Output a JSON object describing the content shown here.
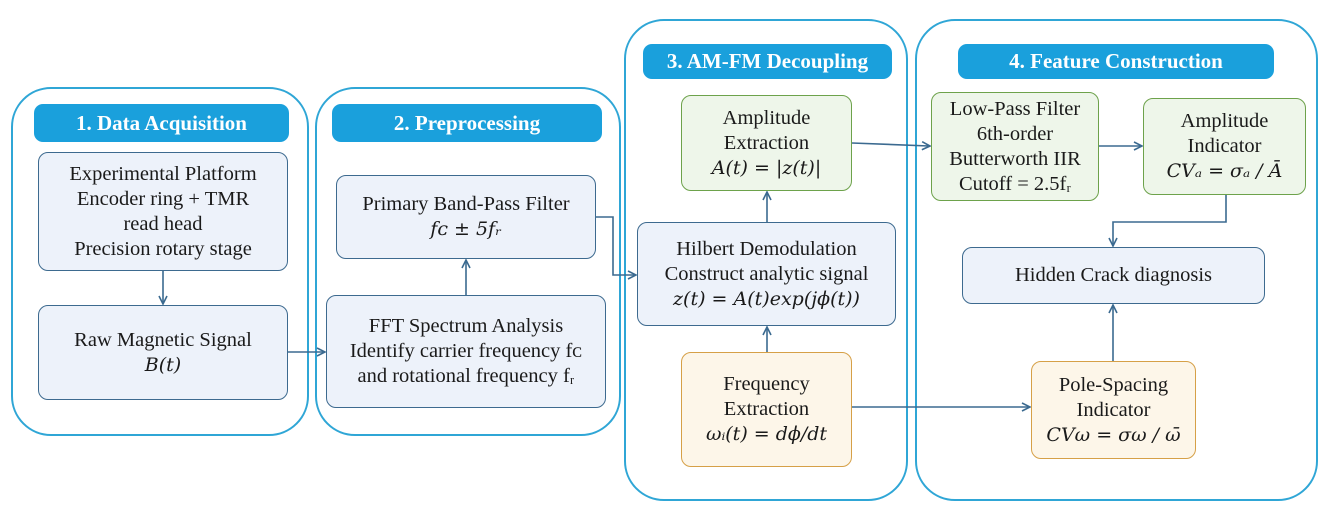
{
  "colors": {
    "panel_border": "#2fa6d6",
    "title_fill": "#1aa0dc",
    "arrow": "#3b6a90",
    "box_blue": "#edf2fa",
    "box_green": "#eef6ea",
    "box_orange": "#fdf6e9"
  },
  "panels": {
    "acquisition": {
      "title": "1. Data Acquisition"
    },
    "preprocessing": {
      "title": "2. Preprocessing"
    },
    "decoupling": {
      "title": "3. AM-FM Decoupling"
    },
    "feature": {
      "title": "4. Feature Construction"
    }
  },
  "boxes": {
    "platform": {
      "lines": [
        "Experimental Platform",
        "Encoder ring + TMR",
        "read head",
        "Precision rotary stage"
      ]
    },
    "raw": {
      "lines": [
        "Raw Magnetic Signal"
      ],
      "math": "B(t)"
    },
    "fft": {
      "lines": [
        "FFT Spectrum Analysis",
        "Identify carrier frequency fᴄ",
        "and rotational frequency fᵣ"
      ]
    },
    "bandpass": {
      "lines": [
        "Primary Band-Pass Filter"
      ],
      "math": "fᴄ ± 5fᵣ"
    },
    "hilbert": {
      "lines": [
        "Hilbert Demodulation",
        "Construct analytic signal"
      ],
      "math": "z(t) = A(t)exp(jϕ(t))"
    },
    "amplitude": {
      "lines": [
        "Amplitude",
        "Extraction"
      ],
      "math": "A(t) = |z(t)|"
    },
    "frequency": {
      "lines": [
        "Frequency",
        "Extraction"
      ],
      "math": "ωᵢ(t) = dϕ/dt"
    },
    "lowpass": {
      "lines": [
        "Low-Pass Filter",
        "6th-order",
        "Butterworth IIR",
        "Cutoff = 2.5fᵣ"
      ]
    },
    "amp_indicator": {
      "lines": [
        "Amplitude",
        "Indicator"
      ],
      "math": "CVₐ = σₐ / Ā"
    },
    "crack": {
      "lines": [
        "Hidden Crack diagnosis"
      ]
    },
    "pole": {
      "lines": [
        "Pole-Spacing",
        "Indicator"
      ],
      "math": "CVω = σω / ω̄"
    }
  }
}
